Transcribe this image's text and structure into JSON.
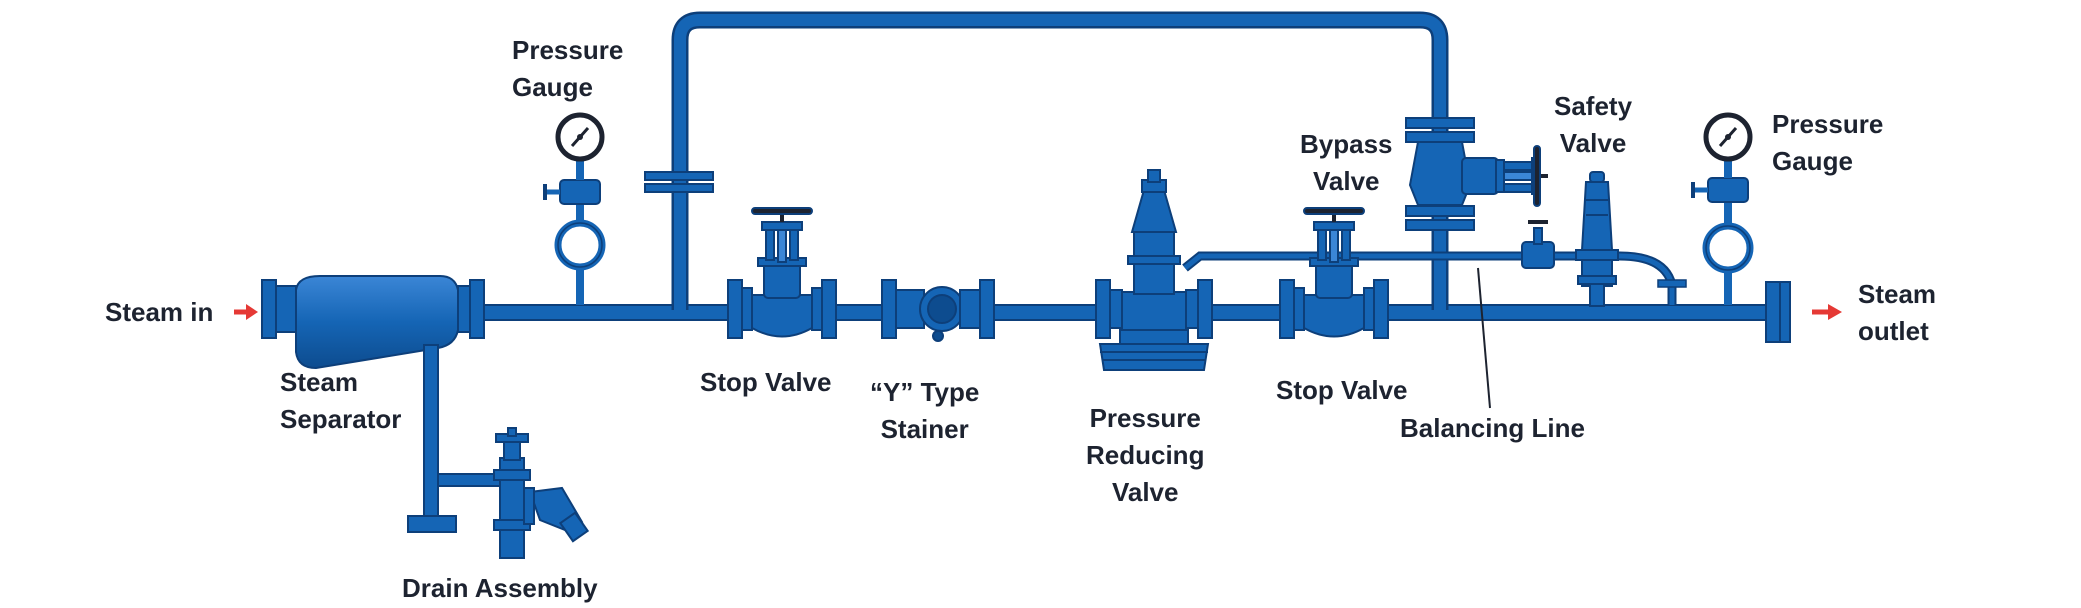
{
  "colors": {
    "pipe": "#1565b5",
    "pipe_dark": "#0d3f7a",
    "label": "#1d2330",
    "flow_arrow": "#e53935"
  },
  "labels": {
    "pressure_gauge_left": [
      "Pressure",
      "Gauge"
    ],
    "steam_in": "Steam in",
    "steam_separator": [
      "Steam",
      "Separator"
    ],
    "drain_assembly": "Drain Assembly",
    "stop_valve_1": "Stop Valve",
    "y_strainer": [
      "“Y” Type",
      "Stainer"
    ],
    "pressure_reducing_valve": [
      "Pressure",
      "Reducing",
      "Valve"
    ],
    "stop_valve_2": "Stop Valve",
    "bypass_valve": [
      "Bypass",
      "Valve"
    ],
    "safety_valve": [
      "Safety",
      "Valve"
    ],
    "pressure_gauge_right": [
      "Pressure",
      "Gauge"
    ],
    "balancing_line": "Balancing Line",
    "steam_outlet": [
      "Steam",
      "outlet"
    ]
  },
  "icons": {
    "gauges": "pressure-gauge-icon",
    "valves": "globe-valve-icon",
    "arrows": "flow-arrow-icon"
  }
}
